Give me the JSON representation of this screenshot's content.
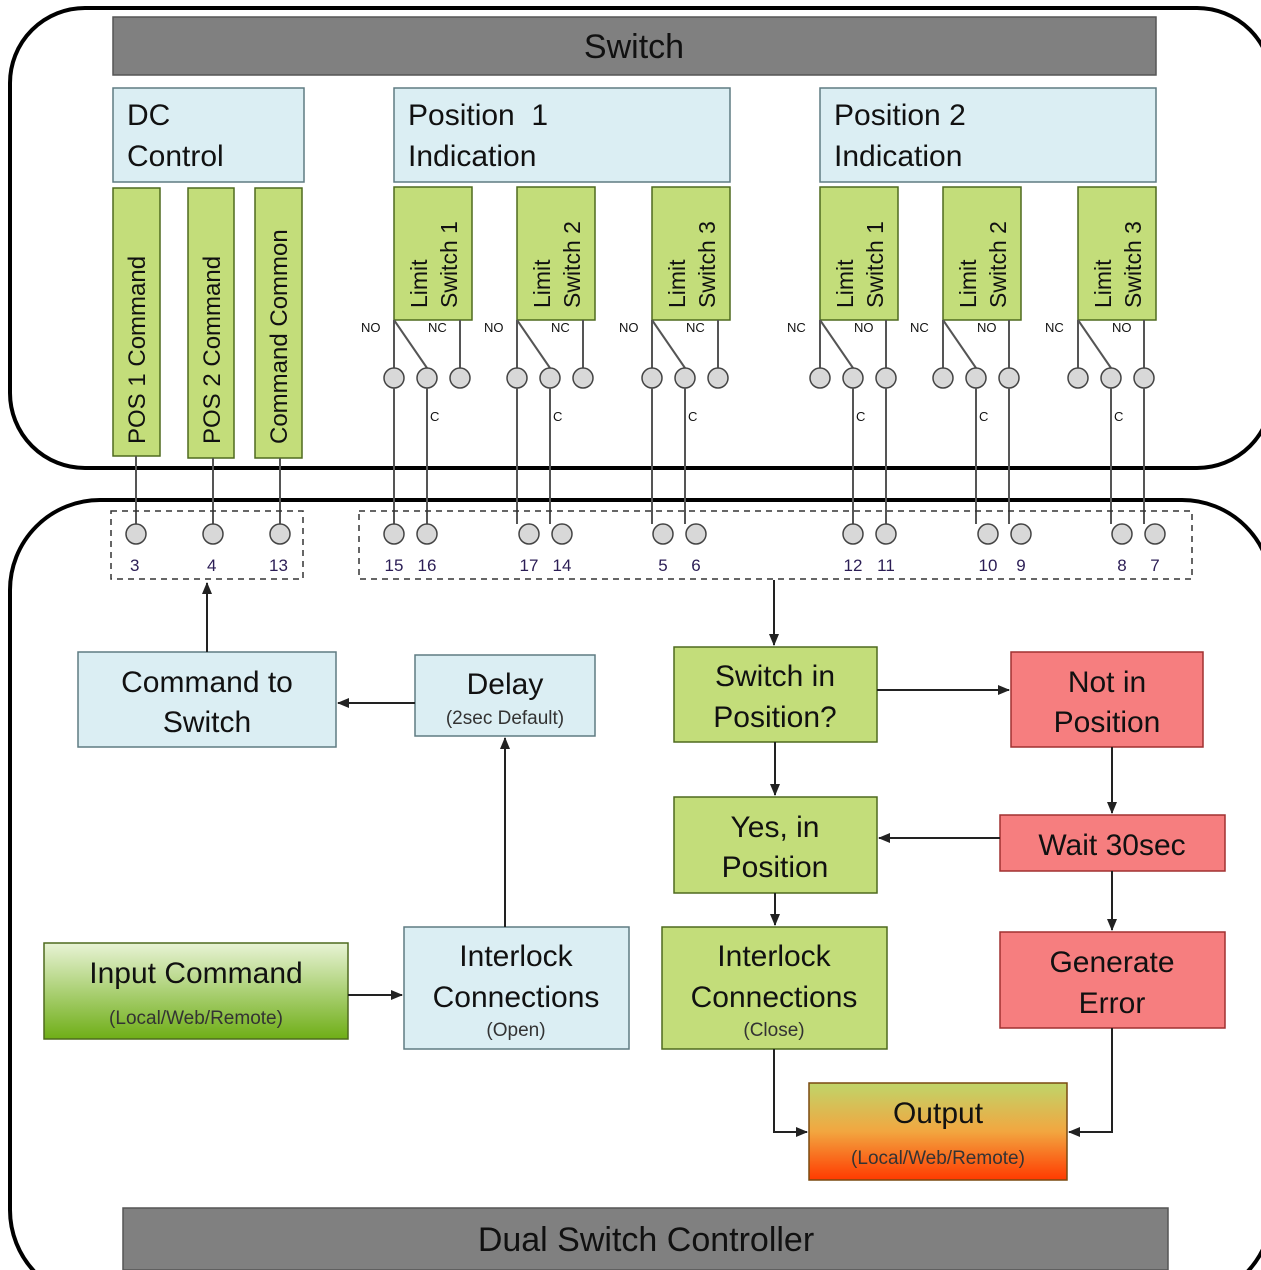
{
  "switch": {
    "title": "Switch",
    "dc_control": [
      "DC",
      "Control"
    ],
    "commands": [
      "POS 1 Command",
      "POS 2 Command",
      "Command Common"
    ],
    "position1": [
      "Position  1",
      "Indication"
    ],
    "position2": [
      "Position 2",
      "Indication"
    ],
    "limit_switches": [
      [
        "Limit",
        "Switch 1"
      ],
      [
        "Limit",
        "Switch 2"
      ],
      [
        "Limit",
        "Switch 3"
      ],
      [
        "Limit",
        "Switch 1"
      ],
      [
        "Limit",
        "Switch 2"
      ],
      [
        "Limit",
        "Switch 3"
      ]
    ],
    "contact_labels_p1": [
      "NO",
      "NC",
      "C"
    ],
    "contact_labels_p2": [
      "NC",
      "NO",
      "C"
    ]
  },
  "controller": {
    "title": "Dual Switch Controller",
    "pins_left": [
      "3",
      "4",
      "13"
    ],
    "pins_right": [
      "15",
      "16",
      "17",
      "14",
      "5",
      "6",
      "12",
      "11",
      "10",
      "9",
      "8",
      "7"
    ],
    "command_to_switch": [
      "Command to",
      "Switch"
    ],
    "delay": [
      "Delay",
      "(2sec Default)"
    ],
    "input_command": [
      "Input Command",
      "(Local/Web/Remote)"
    ],
    "interlock_open": [
      "Interlock",
      "Connections",
      "(Open)"
    ],
    "switch_in_position": [
      "Switch in",
      "Position?"
    ],
    "not_in_position": [
      "Not in",
      "Position"
    ],
    "yes_in_position": [
      "Yes, in",
      "Position"
    ],
    "wait": "Wait 30sec",
    "interlock_close": [
      "Interlock",
      "Connections",
      "(Close)"
    ],
    "generate_error": [
      "Generate",
      "Error"
    ],
    "output": [
      "Output",
      "(Local/Web/Remote)"
    ]
  },
  "colors": {
    "info_box": "#dbeef3",
    "ok_box": "#c3dd7a",
    "error_box": "#f67e7f",
    "title_bar": "#808080"
  }
}
